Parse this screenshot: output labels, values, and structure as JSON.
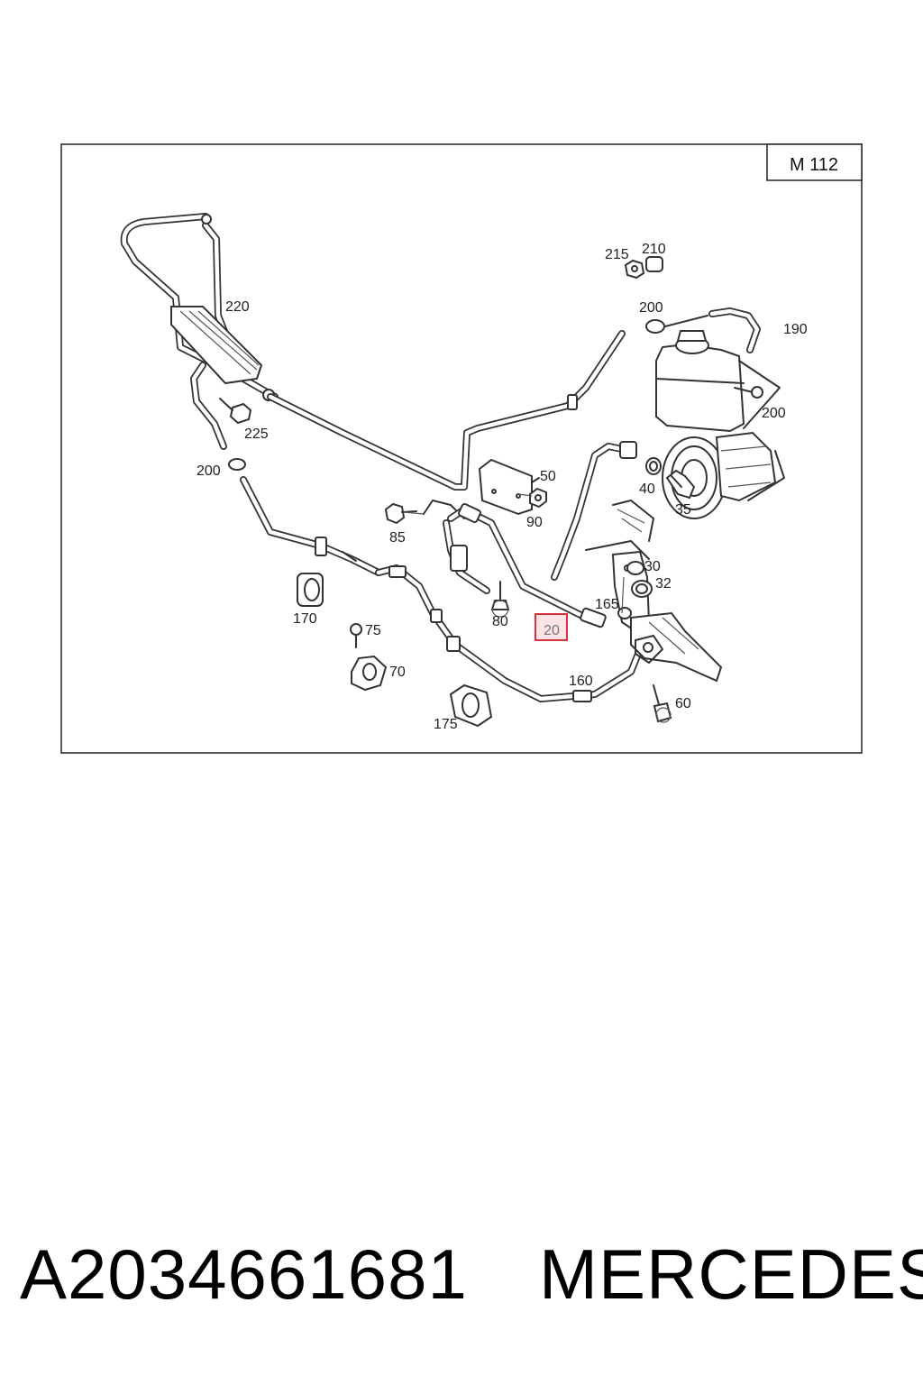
{
  "diagram": {
    "engine_code": "M 112",
    "highlighted_label": "20",
    "callouts": [
      "220",
      "215",
      "210",
      "200",
      "190",
      "200",
      "225",
      "200",
      "50",
      "40",
      "35",
      "90",
      "85",
      "30",
      "32",
      "165",
      "80",
      "170",
      "75",
      "70",
      "160",
      "60",
      "175"
    ]
  },
  "footer": {
    "part_number": "A2034661681",
    "brand": "MERCEDES"
  }
}
